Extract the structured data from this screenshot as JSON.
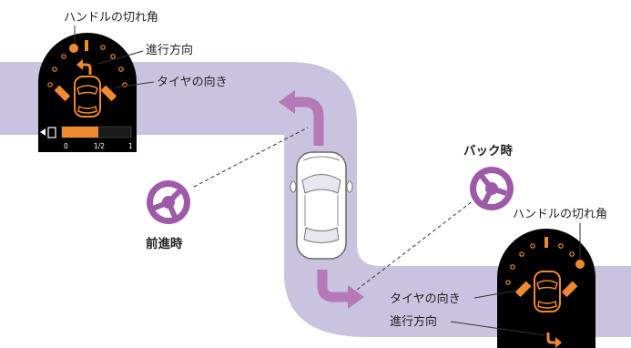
{
  "top_display": {
    "steering_angle_label": "ハンドルの切れ角",
    "travel_direction_label": "進行方向",
    "tire_direction_label": "タイヤの向き",
    "gauge_ticks": [
      "0",
      "1/2",
      "1"
    ]
  },
  "bottom_display": {
    "steering_angle_label": "ハンドルの切れ角",
    "tire_direction_label": "タイヤの向き",
    "travel_direction_label": "進行方向"
  },
  "modes": {
    "forward_label": "前進時",
    "reverse_label": "バック時"
  },
  "colors": {
    "road": "#c9c3df",
    "arrow": "#b578b8",
    "steering_icon": "#9e5aa8",
    "display_bg": "#000000",
    "display_orange": "#ef8a2e"
  }
}
